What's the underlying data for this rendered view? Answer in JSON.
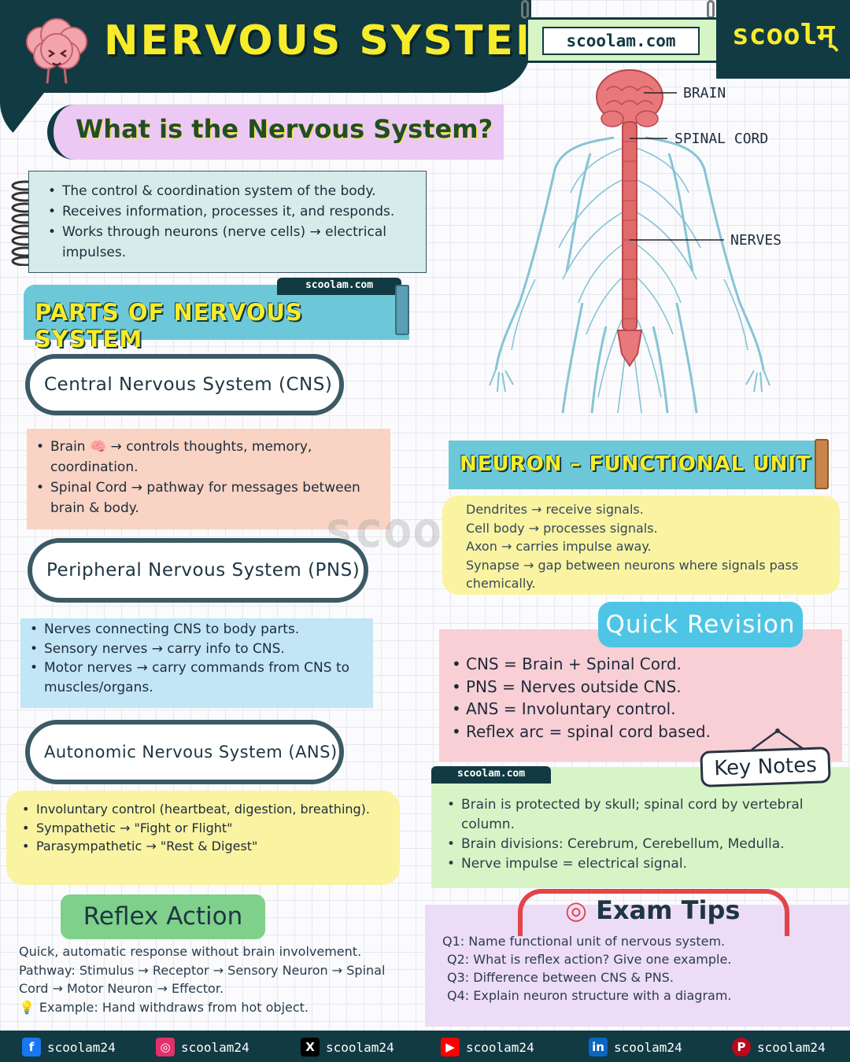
{
  "header": {
    "title": "NERVOUS SYSTEM",
    "site_tag": "scoolam.com",
    "brand": "scoolम्"
  },
  "intro": {
    "heading": "What is the Nervous System?",
    "bullets": [
      "The control & coordination system of the body.",
      "Receives information, processes it, and responds.",
      "Works through neurons (nerve cells) → electrical impulses."
    ]
  },
  "parts": {
    "tag": "scoolam.com",
    "heading": "PARTS OF NERVOUS SYSTEM",
    "cns": {
      "title": "Central Nervous System (CNS)",
      "bullets": [
        "Brain 🧠 → controls thoughts, memory, coordination.",
        "Spinal Cord → pathway for messages between brain & body."
      ]
    },
    "pns": {
      "title": "Peripheral Nervous System (PNS)",
      "bullets": [
        "Nerves connecting CNS to body parts.",
        "Sensory nerves → carry info to CNS.",
        "Motor nerves → carry commands from CNS to muscles/organs."
      ]
    },
    "ans": {
      "title": "Autonomic Nervous System (ANS)",
      "bullets": [
        "Involuntary control (heartbeat, digestion, breathing).",
        "Sympathetic → \"Fight or Flight\"",
        "Parasympathetic → \"Rest & Digest\""
      ]
    }
  },
  "watermark": "scoolम्",
  "diagram": {
    "labels": {
      "brain": "BRAIN",
      "spinal_cord": "SPINAL CORD",
      "nerves": "NERVES"
    },
    "colors": {
      "brain": "#e8787a",
      "cord": "#e06b6b",
      "nerves": "#86c4d6"
    }
  },
  "neuron": {
    "heading": "NEURON – FUNCTIONAL UNIT",
    "lines": [
      "Dendrites → receive signals.",
      "Cell body → processes signals.",
      "Axon → carries impulse away.",
      "Synapse → gap between neurons where signals pass chemically."
    ]
  },
  "quick_revision": {
    "heading": "Quick Revision",
    "bullets": [
      "CNS = Brain + Spinal Cord.",
      "PNS = Nerves outside CNS.",
      "ANS = Involuntary control.",
      "Reflex arc = spinal cord based."
    ]
  },
  "key_notes": {
    "tag": "scoolam.com",
    "heading": "Key Notes",
    "bullets": [
      "Brain is protected by skull; spinal cord by vertebral column.",
      "Brain divisions: Cerebrum, Cerebellum, Medulla.",
      "Nerve impulse = electrical signal."
    ]
  },
  "reflex": {
    "heading": "Reflex Action",
    "line1": "Quick, automatic response without brain involvement.",
    "line2": "Pathway: Stimulus → Receptor → Sensory Neuron → Spinal Cord → Motor Neuron → Effector.",
    "line3": "Example: Hand withdraws from hot object."
  },
  "exam_tips": {
    "heading": "Exam Tips",
    "questions": [
      "Q1: Name functional unit of nervous system.",
      "Q2: What is reflex action? Give one example.",
      "Q3: Difference between CNS & PNS.",
      "Q4: Explain neuron structure with a diagram."
    ]
  },
  "footer": {
    "items": [
      {
        "icon": "facebook-icon",
        "handle": "scoolam24",
        "color": "#1877f2"
      },
      {
        "icon": "instagram-icon",
        "handle": "scoolam24",
        "color": "#e1306c"
      },
      {
        "icon": "x-icon",
        "handle": "scoolam24",
        "color": "#000000"
      },
      {
        "icon": "youtube-icon",
        "handle": "scoolam24",
        "color": "#ff0000"
      },
      {
        "icon": "linkedin-icon",
        "handle": "scoolam24",
        "color": "#0a66c2"
      },
      {
        "icon": "pinterest-icon",
        "handle": "scoolam24",
        "color": "#bd081c"
      }
    ]
  }
}
